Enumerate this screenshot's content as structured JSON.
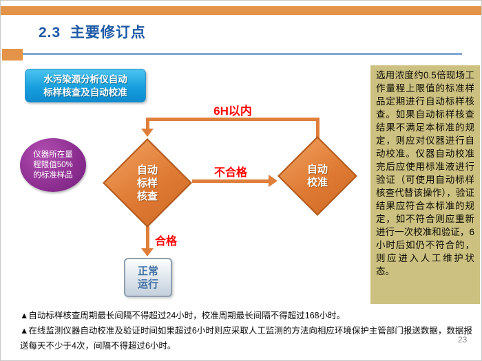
{
  "slide": {
    "title": "2.3  主要修订点",
    "page_number": "23"
  },
  "label_box": {
    "text": "水污染源分析仪自动\n标样核查及自动校准"
  },
  "ellipse": {
    "text": "仪器所在量\n程限值50%\n的标准样品"
  },
  "diamonds": {
    "check": "自动\n标样\n核查",
    "calibrate": "自动\n校准"
  },
  "result_box": {
    "text": "正常\n运行"
  },
  "arrow_labels": {
    "top": "6H以内",
    "middle": "不合格",
    "bottom": "合格"
  },
  "side_panel": {
    "text": "选用浓度约0.5倍现场工作量程上限值的标准样品定期进行自动标样核查。如果自动标样核查结果不满足本标准的规定，则应对仪器进行自动校准。仪器自动校准完后应使用标准液进行验证（可使用自动标样核查代替该操作），验证结果应符合本标准的规定，如不符合则应重新进行一次校准和验证，6小时后如仍不符合的，则应进入人工维护状态。"
  },
  "footnotes": [
    "▲自动标样核查周期最长间隔不得超过24小时，校准周期最长间隔不得超过168小时。",
    "▲在线监测仪器自动校准及验证时间如果超过6小时则应采取人工监测的方法向相应环境保护主管部门报送数据，数据报送每天不少于4次，间隔不得超过6小时。"
  ],
  "colors": {
    "accent_orange": "#DF7F3B",
    "title_blue": "#1E5AA6",
    "label_red": "#FF0000",
    "panel_khaki": "#CDC181",
    "ellipse_purple": "#8C2D90",
    "box_cyan": "#18A0DE"
  }
}
